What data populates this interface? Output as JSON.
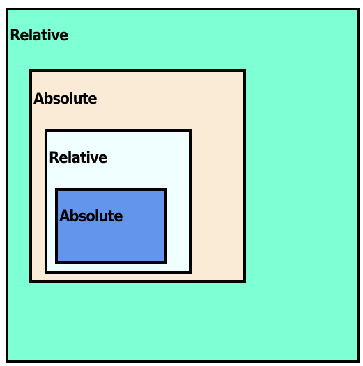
{
  "boxes": {
    "outer": {
      "label": "Relative"
    },
    "level2": {
      "label": "Absolute"
    },
    "level3": {
      "label": "Relative"
    },
    "inner": {
      "label": "Absolute"
    }
  },
  "colors": {
    "outer_bg": "#7fffd4",
    "level2_bg": "#faebd7",
    "level3_bg": "#f0ffff",
    "inner_bg": "#6495ed",
    "border": "#000000"
  }
}
